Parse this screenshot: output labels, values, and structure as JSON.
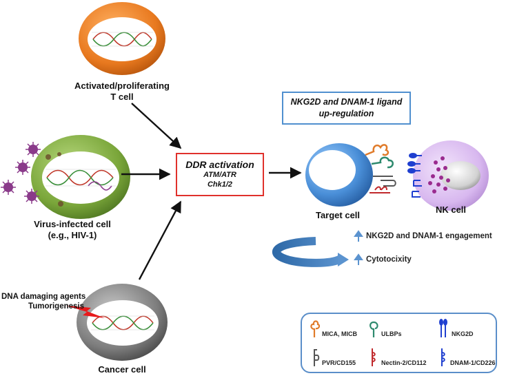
{
  "cells": {
    "t_cell": {
      "line1": "Activated/proliferating",
      "line2": "T cell"
    },
    "virus_cell": {
      "line1": "Virus-infected cell",
      "line2": "(e.g., HIV-1)"
    },
    "cancer_cell": {
      "label": "Cancer cell",
      "agent_line1": "DNA damaging agents",
      "agent_line2": "Tumorigenesis"
    },
    "target_cell": {
      "label": "Target cell"
    },
    "nk_cell": {
      "label": "NK cell"
    }
  },
  "ddr": {
    "title": "DDR activation",
    "line1": "ATM/ATR",
    "line2": "Chk1/2"
  },
  "ligand_box": {
    "line1": "NKG2D and DNAM-1 ligand",
    "line2": "up-regulation"
  },
  "effects": {
    "engagement": "NKG2D and DNAM-1 engagement",
    "cytotoxicity": "Cytotocixity"
  },
  "legend": {
    "mica": "MICA, MICB",
    "ulbps": "ULBPs",
    "nkg2d": "NKG2D",
    "pvr": "PVR/CD155",
    "nectin": "Nectin-2/CD112",
    "dnam": "DNAM-1/CD226"
  },
  "colors": {
    "t_cell": "#e8791f",
    "virus_cell": "#7aa63a",
    "cancer_cell": "#7d7d7d",
    "target_cell": "#4a8fd8",
    "nk_cell": "#d8b8ef",
    "ddr_border": "#e0302b",
    "ligand_border": "#4f8fcf",
    "mica": "#e07b2a",
    "ulbps": "#2e8a6e",
    "nkg2d": "#1f3fd0",
    "pvr": "#555555",
    "nectin": "#c0282b",
    "dnam": "#1f3fd0",
    "virus": "#8a3a8a"
  },
  "icons": [
    "dna-helix-icon",
    "virus-particle-icon",
    "lightning-bolt-icon",
    "up-arrow-icon",
    "cycle-arrow-icon"
  ]
}
